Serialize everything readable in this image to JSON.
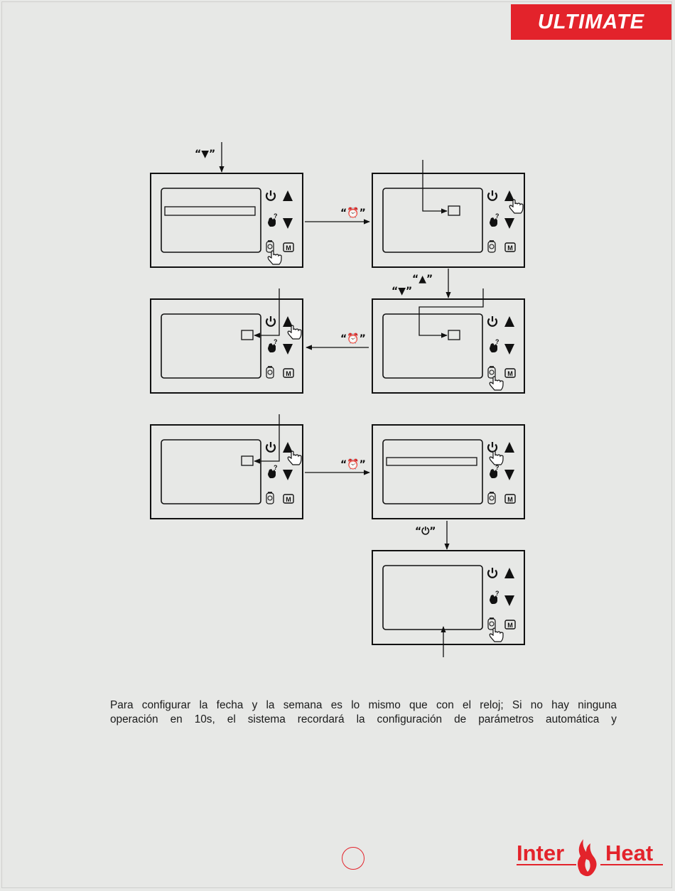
{
  "banner": {
    "text": "ULTIMATE",
    "color": "#e3232b"
  },
  "arrow_labels": {
    "down": "“▼”",
    "alarm_1": "“⏰”",
    "up_down_up": "“▲”",
    "up_down_down": "“▼”",
    "alarm_2": "“⏰”",
    "alarm_3": "“⏰”",
    "power": "“⏻”"
  },
  "body_text": {
    "line1": "Para configurar la fecha y la semana es lo mismo que con el reloj; Si no hay ninguna",
    "line2": "operación en 10s, el sistema recordará la configuración de parámetros automática y"
  },
  "logo": {
    "left": "Inter",
    "right": "Heat",
    "color": "#e3232b"
  },
  "icons": [
    "power-icon",
    "up-arrow-icon",
    "gesture-help-icon",
    "down-arrow-icon",
    "alarm-icon",
    "m-icon",
    "hand-pointer-icon"
  ]
}
